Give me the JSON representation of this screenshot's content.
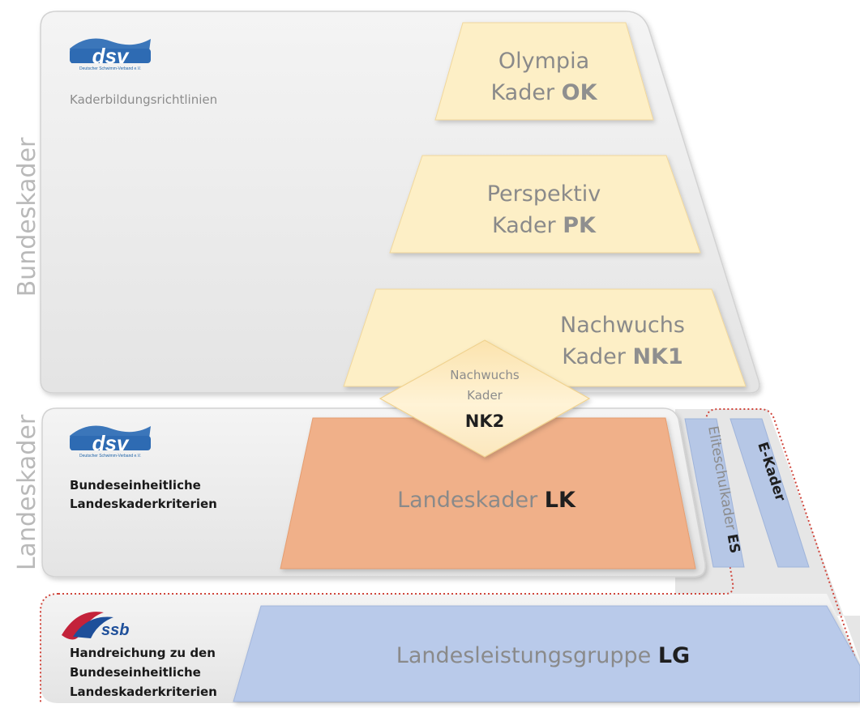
{
  "side_labels": {
    "bundeskader": "Bundeskader",
    "landeskader": "Landeskader"
  },
  "panels": {
    "bundeskader": {
      "logo_text": "dsv",
      "logo_subtitle": "Deutscher Schwimm-Verband e.V.",
      "caption": "Kaderbildungsrichtlinien"
    },
    "landeskader": {
      "logo_text": "dsv",
      "logo_subtitle": "Deutscher Schwimm-Verband e.V.",
      "caption_line1": "Bundeseinheitliche",
      "caption_line2": "Landeskaderkriterien"
    },
    "lg": {
      "logo_text": "ssb",
      "caption_line1": "Handreichung zu den",
      "caption_line2": "Bundeseinheitliche",
      "caption_line3": "Landeskaderkriterien"
    }
  },
  "tiers": {
    "ok": {
      "line1": "Olympia",
      "line2": "Kader ",
      "abbr": "OK"
    },
    "pk": {
      "line1": "Perspektiv",
      "line2": "Kader ",
      "abbr": "PK"
    },
    "nk1": {
      "line1": "Nachwuchs",
      "line2": "Kader ",
      "abbr": "NK1"
    },
    "nk2": {
      "line1": "Nachwuchs",
      "line2": "Kader",
      "abbr": "NK2"
    },
    "lk": {
      "label": "Landeskader ",
      "abbr": "LK"
    },
    "es": {
      "label": "Eliteschulkader ",
      "abbr": "ES"
    },
    "ekader": {
      "label": "E-Kader"
    },
    "lg": {
      "label": "Landesleistungsgruppe ",
      "abbr": "LG"
    }
  },
  "colors": {
    "panel_fill": "#ececec",
    "bundes_tier": "#fdefc6",
    "landeskader_tier": "#f0b089",
    "side_bars": "#b6c7e6",
    "lg_tier": "#b9caea",
    "dotted_border": "#d0463c"
  }
}
